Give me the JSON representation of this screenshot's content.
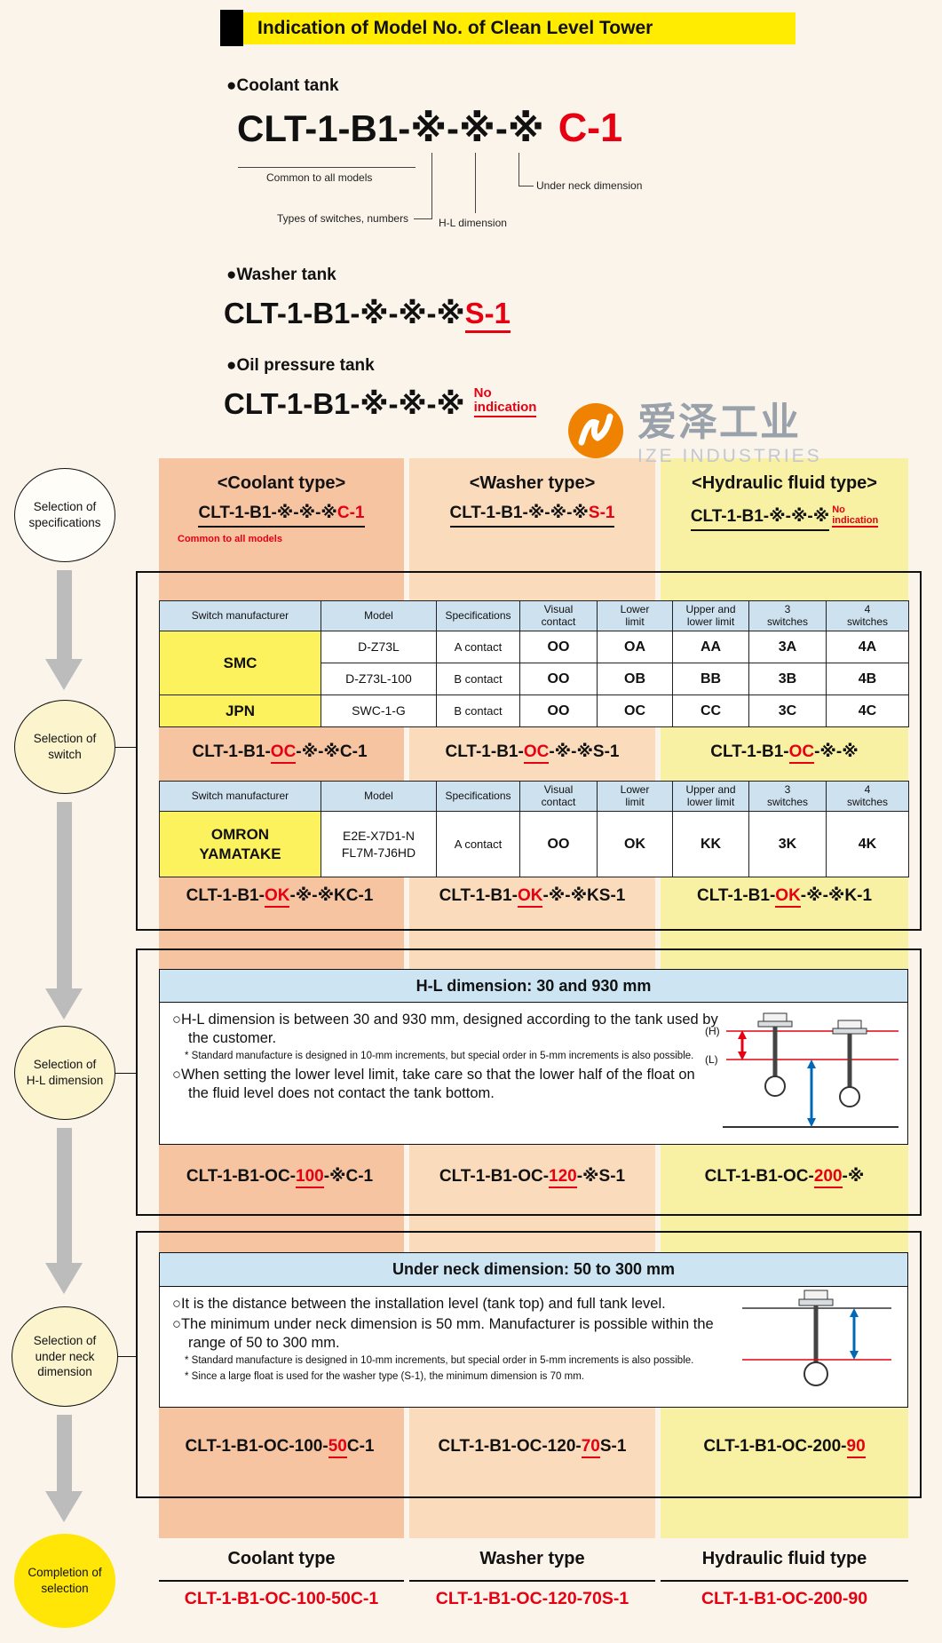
{
  "title": "Indication of Model No. of Clean Level Tower",
  "intro": {
    "coolant": {
      "heading": "●Coolant tank",
      "model_black": "CLT-1-B1-※-※-※",
      "model_red": "C-1",
      "note_common": "Common to all models",
      "note_switch_types": "Types of switches, numbers",
      "note_hl": "H-L dimension",
      "note_under_neck": "Under neck dimension"
    },
    "washer": {
      "heading": "●Washer tank",
      "model_black": "CLT-1-B1-※-※-※",
      "model_red": "S-1"
    },
    "oil": {
      "heading": "●Oil pressure tank",
      "model_black": "CLT-1-B1-※-※-※",
      "model_red_line1": "No",
      "model_red_line2": "indication"
    }
  },
  "watermark": {
    "cn": "爱泽工业",
    "en": "IZE INDUSTRIES"
  },
  "flow_steps": [
    {
      "label": "Selection of\nspecifications"
    },
    {
      "label": "Selection of\nswitch"
    },
    {
      "label": "Selection of\nH-L dimension"
    },
    {
      "label": "Selection of\nunder neck\ndimension"
    },
    {
      "label": "Completion of\nselection"
    }
  ],
  "columns": [
    {
      "type_label": "<Coolant type>",
      "model_black": "CLT-1-B1-※-※-※",
      "model_red": "C-1",
      "note": "Common to all models",
      "bottom_label": "Coolant type",
      "bottom_model": "CLT-1-B1-OC-100-50C-1"
    },
    {
      "type_label": "<Washer type>",
      "model_black": "CLT-1-B1-※-※-※",
      "model_red": "S-1",
      "bottom_label": "Washer type",
      "bottom_model": "CLT-1-B1-OC-120-70S-1"
    },
    {
      "type_label": "<Hydraulic fluid type>",
      "model_black": "CLT-1-B1-※-※-※",
      "model_red_line1": "No",
      "model_red_line2": "indication",
      "bottom_label": "Hydraulic fluid type",
      "bottom_model": "CLT-1-B1-OC-200-90"
    }
  ],
  "switch_section": {
    "headers": [
      "Switch manufacturer",
      "Model",
      "Specifications",
      "Visual\ncontact",
      "Lower\nlimit",
      "Upper and\nlower limit",
      "3\nswitches",
      "4\nswitches"
    ],
    "table1": {
      "rows": [
        {
          "manufacturer": "SMC",
          "model": "D-Z73L",
          "spec": "A contact",
          "visual": "OO",
          "lower": "OA",
          "upper_lower": "AA",
          "three": "3A",
          "four": "4A"
        },
        {
          "model": "D-Z73L-100",
          "spec": "B contact",
          "visual": "OO",
          "lower": "OB",
          "upper_lower": "BB",
          "three": "3B",
          "four": "4B"
        },
        {
          "manufacturer": "JPN",
          "model": "SWC-1-G",
          "spec": "B contact",
          "visual": "OO",
          "lower": "OC",
          "upper_lower": "CC",
          "three": "3C",
          "four": "4C"
        }
      ]
    },
    "models1": [
      {
        "pre": "CLT-1-B1-",
        "red": "OC",
        "post": "-※-※C-1"
      },
      {
        "pre": "CLT-1-B1-",
        "red": "OC",
        "post": "-※-※S-1"
      },
      {
        "pre": "CLT-1-B1-",
        "red": "OC",
        "post": "-※-※"
      }
    ],
    "table2": {
      "row": {
        "manufacturer": "OMRON\nYAMATAKE",
        "model": "E2E-X7D1-N\nFL7M-7J6HD",
        "spec": "A contact",
        "visual": "OO",
        "lower": "OK",
        "upper_lower": "KK",
        "three": "3K",
        "four": "4K"
      }
    },
    "models2": [
      {
        "pre": "CLT-1-B1-",
        "red": "OK",
        "post": "-※-※KC-1"
      },
      {
        "pre": "CLT-1-B1-",
        "red": "OK",
        "post": "-※-※KS-1"
      },
      {
        "pre": "CLT-1-B1-",
        "red": "OK",
        "post": "-※-※K-1"
      }
    ]
  },
  "hl_section": {
    "header": "H-L dimension: 30 and 930 mm",
    "bullet1": "○H-L dimension is between 30 and 930 mm, designed according to the tank used by the customer.",
    "note1": "* Standard manufacture is designed in 10-mm increments, but special order in 5-mm increments is also possible.",
    "bullet2": "○When setting the lower level limit, take care so that the lower half of the float on the fluid level does not contact the tank bottom.",
    "diagram": {
      "h_label": "(H)",
      "l_label": "(L)"
    },
    "models": [
      {
        "pre": "CLT-1-B1-OC-",
        "red": "100",
        "post": "-※C-1"
      },
      {
        "pre": "CLT-1-B1-OC-",
        "red": "120",
        "post": "-※S-1"
      },
      {
        "pre": "CLT-1-B1-OC-",
        "red": "200",
        "post": "-※"
      }
    ]
  },
  "neck_section": {
    "header": "Under neck dimension: 50 to 300 mm",
    "bullet1": "○It is the distance between the installation level (tank top) and full tank level.",
    "bullet2": "○The minimum under neck dimension is 50 mm. Manufacturer is possible within the range of 50 to 300 mm.",
    "note1": "* Standard manufacture is designed in 10-mm increments, but special order in 5-mm increments is also possible.",
    "note2": "* Since a large float is used for the washer type (S-1), the minimum dimension is 70 mm.",
    "models": [
      {
        "pre": "CLT-1-B1-OC-100-",
        "red": "50",
        "post": "C-1"
      },
      {
        "pre": "CLT-1-B1-OC-120-",
        "red": "70",
        "post": "S-1"
      },
      {
        "pre": "CLT-1-B1-OC-200-",
        "red": "90",
        "post": ""
      }
    ]
  },
  "colors": {
    "accent_red": "#e60012",
    "banner_yellow": "#ffec00",
    "coolant_strip": "#f6c4a1",
    "washer_strip": "#fadcbc",
    "hydraulic_strip": "#f8f0a2",
    "table_header_blue": "#cde1ef",
    "manufacturer_yellow": "#fcf25e",
    "section_header_blue": "#cde4f2",
    "completion_yellow": "#ffe606",
    "arrow_gray": "#bcbcbc",
    "logo_orange": "#ef8200"
  }
}
